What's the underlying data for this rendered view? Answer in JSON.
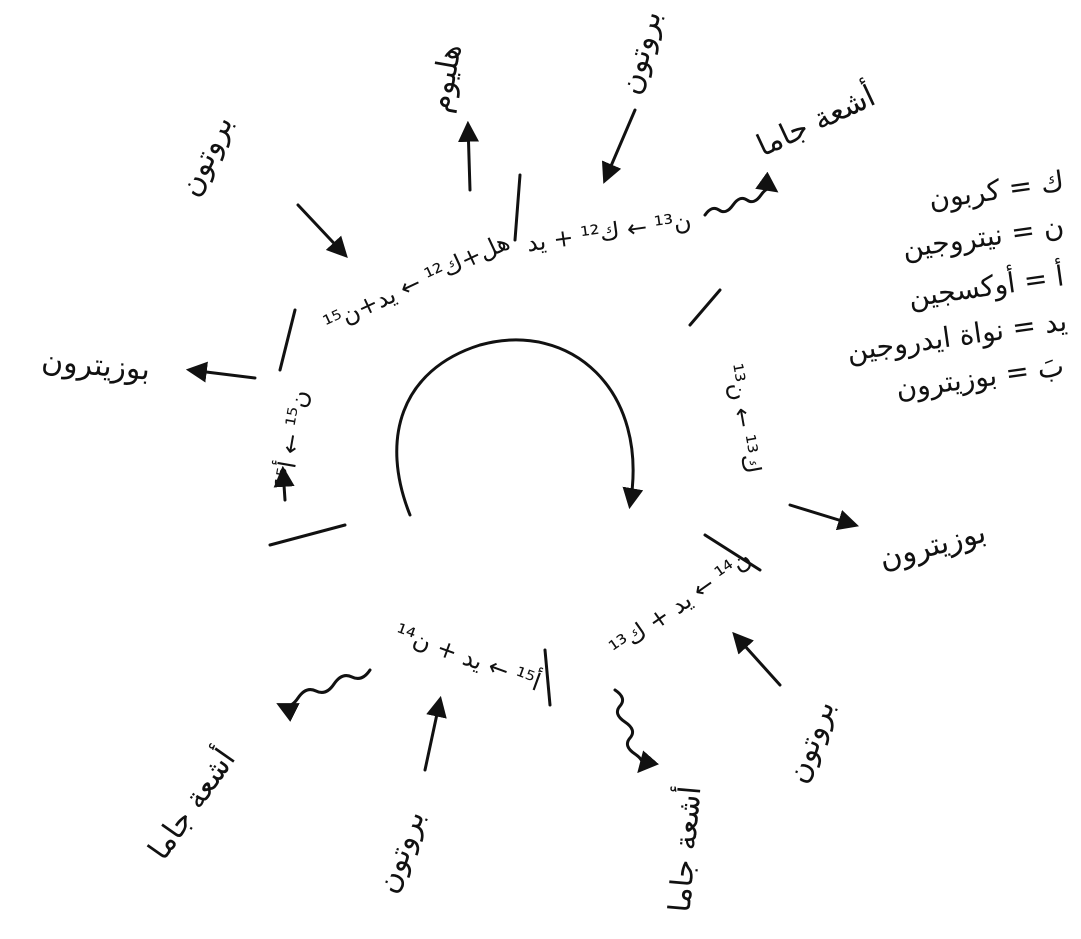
{
  "diagram": {
    "stages": [
      "هل+ك¹² ← يد+ن¹⁵",
      "ن¹³ ← ك¹² + يد",
      "ك¹³ ← ن¹³",
      "ن¹⁴ ← يد + ك¹³",
      "أ¹⁵ ← يد + ن¹⁴",
      "ن¹⁵ ← أ¹⁵"
    ],
    "inputs": [
      "بروتون",
      "بروتون",
      "بروتون",
      "بروتون"
    ],
    "outputs": [
      "هليوم",
      "أشعة جاما",
      "بوزيترون",
      "أشعة جاما",
      "أشعة جاما",
      "بوزيترون"
    ],
    "legend": [
      "ك = كربون",
      "ن = نيتروجين",
      "أ = أوكسجين",
      "يد = نواة ايدروجين",
      "بَ = بوزيترون"
    ]
  }
}
